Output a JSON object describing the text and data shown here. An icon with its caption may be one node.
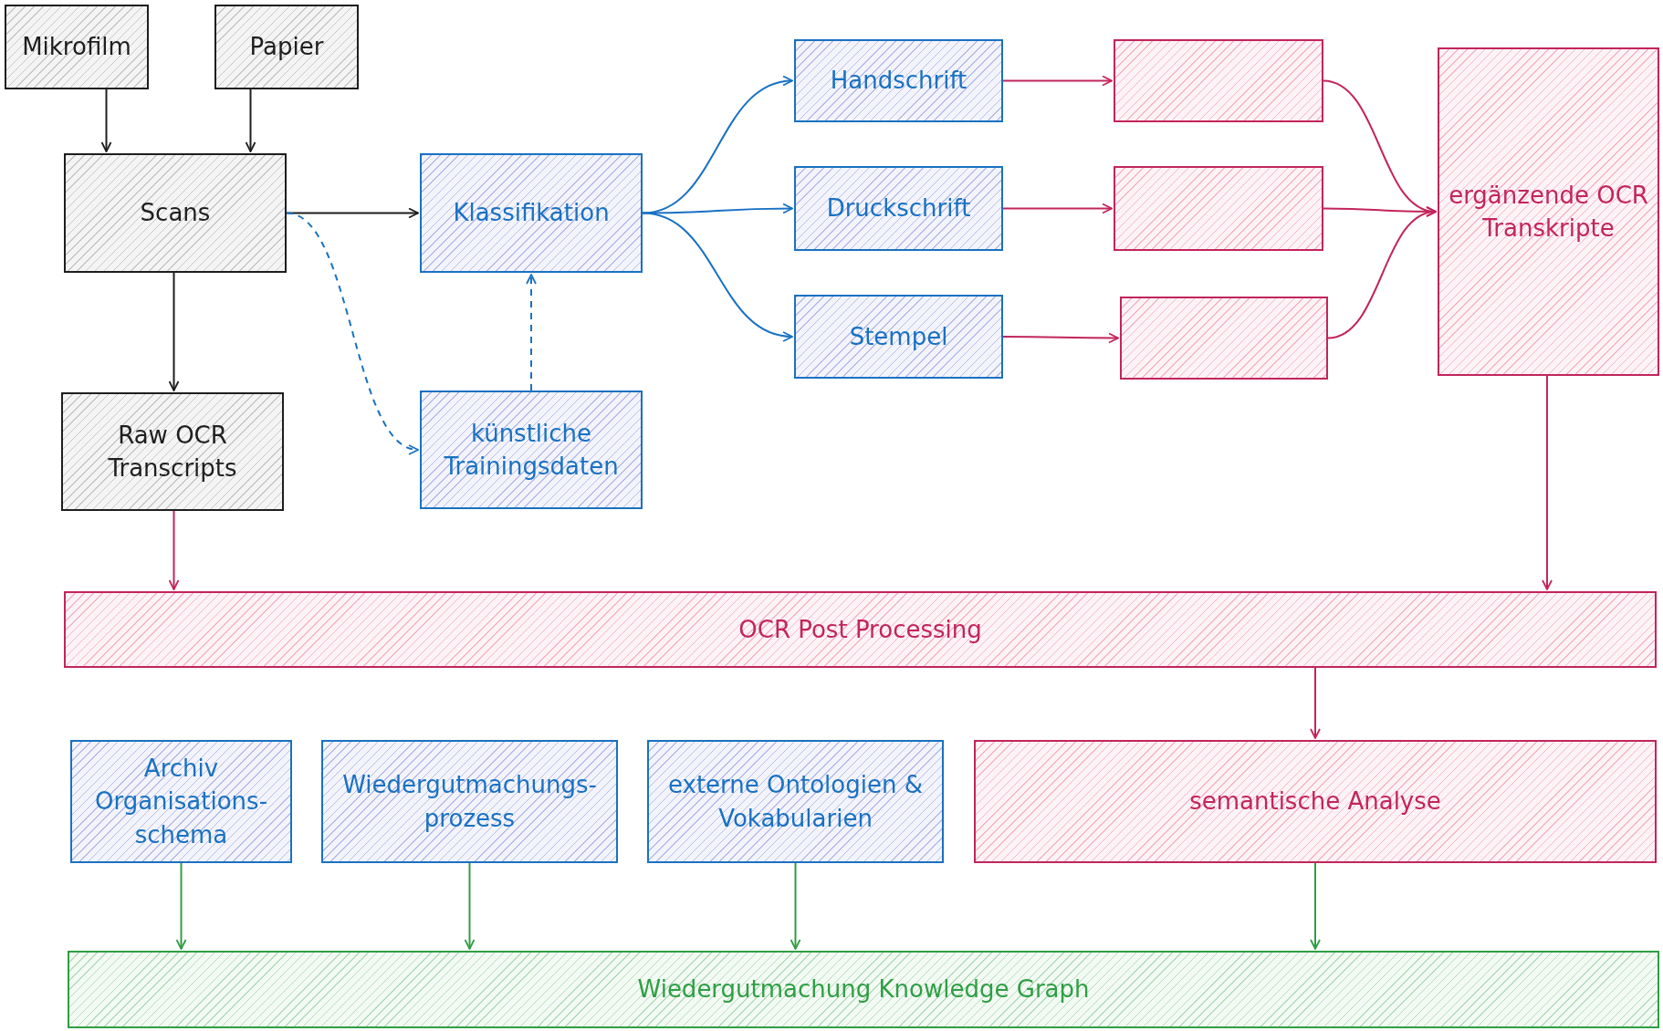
{
  "diagram": {
    "nodes": [
      {
        "text": [
          "Mikrofilm"
        ]
      },
      {
        "text": [
          "Papier"
        ]
      },
      {
        "text": [
          "Scans"
        ]
      },
      {
        "text": [
          "Raw OCR Transcripts"
        ]
      },
      {
        "text": [
          "Klassifikation"
        ]
      },
      {
        "text": [
          "künstliche Trainingsdaten"
        ]
      },
      {
        "text": [
          "Handschrift"
        ]
      },
      {
        "text": [
          "Druckschrift"
        ]
      },
      {
        "text": [
          "Stempel"
        ]
      },
      {
        "text": [],
        "shape": "box"
      },
      {
        "text": [],
        "shape": "box"
      },
      {
        "text": [],
        "shape": "box"
      },
      {
        "text": [
          "ergänzende OCR Transkripte"
        ]
      },
      {
        "text": [
          "OCR Post Processing"
        ]
      },
      {
        "text": [
          "Archiv Organisations-schema"
        ]
      },
      {
        "text": [
          "Wiedergutmachungs-prozess"
        ]
      },
      {
        "text": [
          "externe Ontologien & Vokabularien"
        ]
      },
      {
        "text": [
          "semantische Analyse"
        ]
      },
      {
        "text": [
          "Wiedergutmachung Knowledge Graph"
        ]
      }
    ],
    "edges": [
      {
        "from": 0,
        "to": 2,
        "arrow": "to",
        "color": "#1e1e1e"
      },
      {
        "from": 1,
        "to": 2,
        "arrow": "to",
        "color": "#1e1e1e"
      },
      {
        "from": 2,
        "to": 4,
        "arrow": "to",
        "color": "#1e1e1e"
      },
      {
        "from": 2,
        "to": 3,
        "arrow": "to",
        "color": "#1e1e1e"
      },
      {
        "from": 2,
        "to": 5,
        "arrow": "to",
        "style": "dashed",
        "color": "#1971c2"
      },
      {
        "from": 5,
        "to": 4,
        "arrow": "to",
        "style": "dashed",
        "color": "#1971c2"
      },
      {
        "from": 4,
        "to": 6,
        "arrow": "to",
        "color": "#1971c2"
      },
      {
        "from": 4,
        "to": 7,
        "arrow": "to",
        "color": "#1971c2"
      },
      {
        "from": 4,
        "to": 8,
        "arrow": "to",
        "color": "#1971c2"
      },
      {
        "from": 6,
        "to": 9,
        "arrow": "to"
      },
      {
        "from": 7,
        "to": 10,
        "arrow": "to"
      },
      {
        "from": 8,
        "to": 11,
        "arrow": "to"
      },
      {
        "from": 9,
        "to": 12,
        "arrow": "to"
      },
      {
        "from": 10,
        "to": 12,
        "arrow": "to"
      },
      {
        "from": 11,
        "to": 12,
        "arrow": "to"
      },
      {
        "from": 3,
        "to": 13,
        "arrow": "to"
      },
      {
        "from": 12,
        "to": 13,
        "arrow": "to"
      },
      {
        "from": 13,
        "to": 17,
        "arrow": "to"
      },
      {
        "from": 14,
        "to": 18,
        "arrow": "to",
        "color": "#2f9e44"
      },
      {
        "from": 15,
        "to": 18,
        "arrow": "to",
        "color": "#2f9e44"
      },
      {
        "from": 16,
        "to": 18,
        "arrow": "to",
        "color": "#2f9e44"
      },
      {
        "from": 17,
        "to": 18,
        "arrow": "to",
        "color": "#2f9e44"
      }
    ]
  }
}
